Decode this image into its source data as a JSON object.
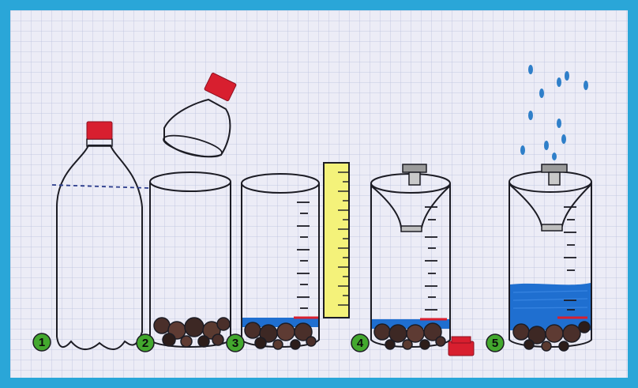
{
  "diagram": {
    "colors": {
      "border": "#2aa6d8",
      "paper": "#ececf6",
      "grid": "#b9bfdc",
      "ink": "#1c1c24",
      "cap": "#d81f2f",
      "water": "#1f6fd0",
      "water_light": "#3d8ae6",
      "ruler": "#f4f27a",
      "badge": "#43a82e",
      "rain": "#2f7fc9"
    },
    "steps": [
      {
        "number": "1"
      },
      {
        "number": "2"
      },
      {
        "number": "3"
      },
      {
        "number": "4"
      },
      {
        "number": "5"
      }
    ]
  }
}
